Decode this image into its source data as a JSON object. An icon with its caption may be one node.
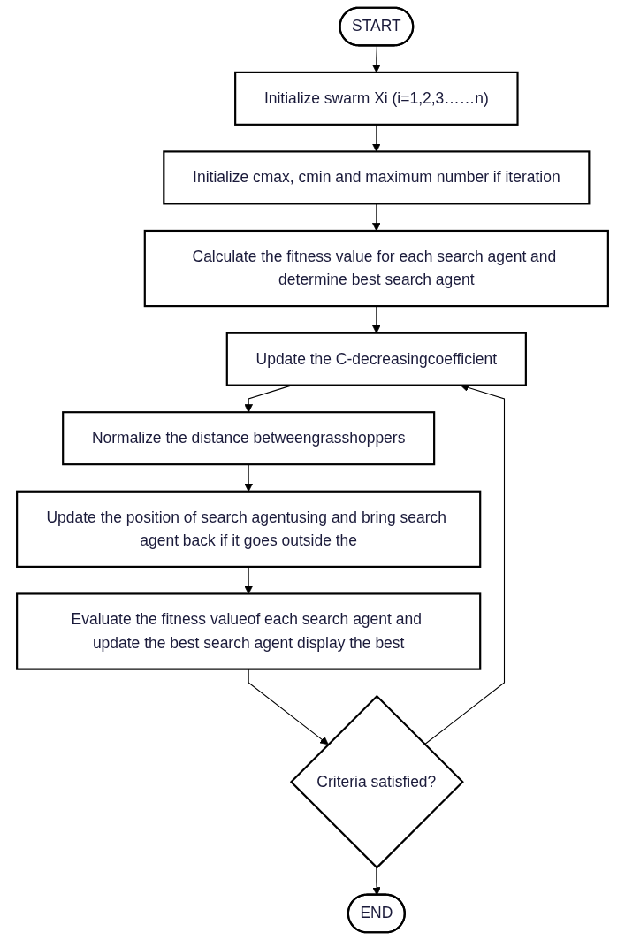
{
  "diagram": {
    "nodes": [
      {
        "text": [
          "START"
        ]
      },
      {
        "text": [
          "Initialize swarm Xi (i=1,2,3……n)"
        ]
      },
      {
        "text": [
          "Initialize cmax, cmin and maximum number if iteration"
        ]
      },
      {
        "text": [
          "Calculate the fitness value for each search agent and determine best search agent"
        ]
      },
      {
        "text": [
          "Update the C-decreasingcoefficient"
        ]
      },
      {
        "text": [
          "Normalize the distance betweengrasshoppers"
        ]
      },
      {
        "text": [
          "Update the position of search agentusing and bring search agent back if it goes outside the"
        ]
      },
      {
        "text": [
          "Evaluate the fitness valueof each search agent and update the best search agent display the best"
        ]
      },
      {
        "text": [
          "Criteria satisfied?"
        ]
      },
      {
        "text": [
          "END"
        ]
      }
    ],
    "edges": [
      {
        "from": 0,
        "to": 1,
        "arrow": "to"
      },
      {
        "from": 1,
        "to": 2,
        "arrow": "to"
      },
      {
        "from": 2,
        "to": 3,
        "arrow": "to"
      },
      {
        "from": 3,
        "to": 4,
        "arrow": "to"
      },
      {
        "from": 4,
        "to": 5,
        "arrow": "to"
      },
      {
        "from": 5,
        "to": 6,
        "arrow": "to"
      },
      {
        "from": 6,
        "to": 7,
        "arrow": "to"
      },
      {
        "from": 7,
        "to": 8,
        "arrow": "to"
      },
      {
        "from": 8,
        "to": 9,
        "arrow": "to"
      },
      {
        "from": 8,
        "to": 4,
        "arrow": "to"
      }
    ]
  }
}
